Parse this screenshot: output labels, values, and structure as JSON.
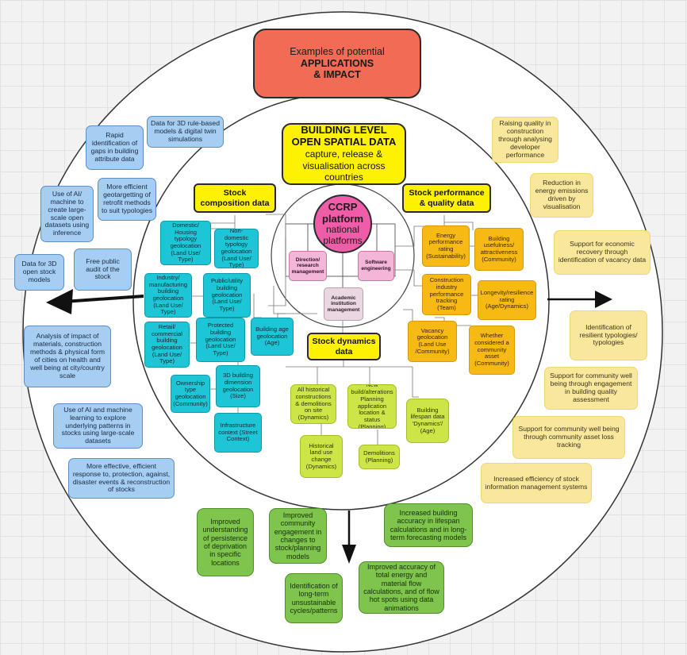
{
  "title": {
    "line1": "Examples of potential",
    "line2": "APPLICATIONS",
    "line3": "& IMPACT"
  },
  "center_heading": {
    "line1": "BUILDING LEVEL",
    "line2": "OPEN SPATIAL DATA",
    "line3": "capture, release &",
    "line4": "visualisation across",
    "line5": "countries"
  },
  "platform": {
    "line1": "CCRP",
    "line2": "platform",
    "line3": "national",
    "line4": "platforms"
  },
  "platform_parts": {
    "direction": "Direction/ research management",
    "software": "Software engineering",
    "academic": "Academic institution management"
  },
  "headings": {
    "stock_composition": "Stock composition data",
    "stock_performance": "Stock performance & quality data",
    "stock_dynamics": "Stock dynamics data"
  },
  "composition_items": [
    "Domestic/ Housing typology geolocation (Land Use/ Type)",
    "Non-domestic typology geolocation (Land Use/ Type)",
    "Industry/ manufacturing building geolocation (Land Use/ Type)",
    "Public/utility building geolocation (Land Use/ Type)",
    "Retail/ commercial building geolocation (Land Use/ Type)",
    "Protected building geolocation (Land Use/ Type)",
    "Building age geolocation (Age)",
    "Ownership type geolocation (Community)",
    "3D building dimension geolocation (Size)",
    "Infrastructure context (Street Context)"
  ],
  "performance_items": [
    "Energy performance rating (Sustainability)",
    "Building usefulness/ attractiveness (Community)",
    "Construction industry performance tracking (Team)",
    "Longevity/resilience rating (Age/Dynamics)",
    "Vacancy geolocation (Land Use /Community)",
    "Whether considered a community asset (Community)"
  ],
  "dynamics_items": [
    "All historical constructions & demolitions on site (Dynamics)",
    "New build/alterations Planning application location & status (Planning)",
    "Building lifespan data 'Dynamics'/ (Age)",
    "Historical land use change (Dynamics)",
    "Demolitions (Planning)"
  ],
  "left_applications": [
    "Rapid identification of gaps in building attribute data",
    "Data for 3D rule-based models & digital twin simulations",
    "Use of AI/ machine to create large-scale open datasets using inference",
    "More efficient geotargetting of retrofit methods to suit typologies",
    "Data for 3D open stock models",
    "Free public audit of the stock",
    "Analysis of impact of materials, construction methods & physical form of cities on health and well being at city/country scale",
    "Use of AI and machine learning to explore underlying patterns in stocks using large-scale datasets",
    "More effective, efficient response to, protection, against, disaster events & reconstruction of stocks"
  ],
  "right_applications": [
    "Raising quality in construction through analysing developer performance",
    "Reduction in energy emissions driven by visualisation",
    "Support for economic recovery through identification of vacancy data",
    "Identification of resilient typologies/ typologies",
    "Support for community well being through engagement in building quality assessment",
    "Support for community well being through community asset loss tracking",
    "Increased efficiency of stock information management systems"
  ],
  "bottom_applications": [
    "Improved understanding of persistence of deprivation in specific locations",
    "Improved community engagement in changes to stock/planning models",
    "Increased building accuracy in lifespan calculations and in long-term forecasting models",
    "Identification of long-term unsustainable cycles/patterns",
    "Improved accuracy of total energy and material flow calculations, and of flow hot spots using data animations"
  ],
  "colors": {
    "title_fill": "#f26b55",
    "heading_fill": "#fff200",
    "ccrp_fill": "#ef5da8",
    "left_app_fill": "#a6cdf2",
    "right_app_fill": "#f9e79b",
    "bottom_app_fill": "#7fc44c",
    "composition_fill": "#1cc6d6",
    "performance_fill": "#f7b913",
    "dynamics_fill": "#cde546"
  }
}
